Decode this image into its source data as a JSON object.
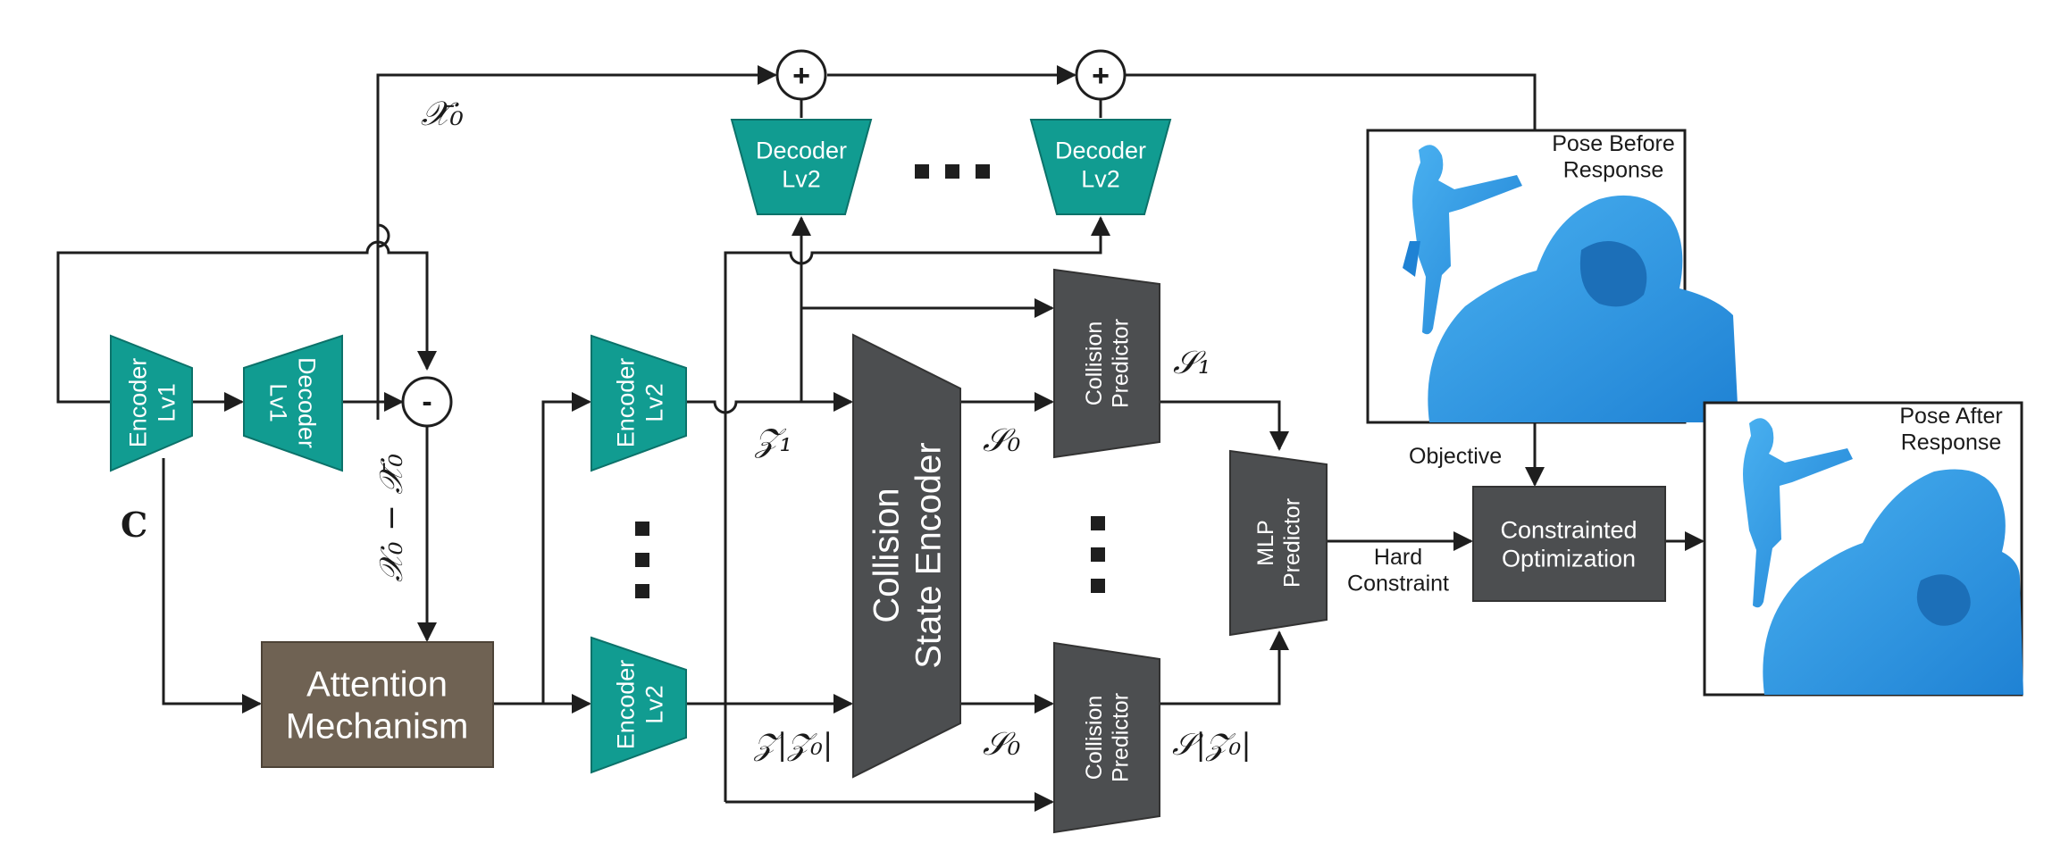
{
  "blocks": {
    "encoder_lv1": "Encoder\nLv1",
    "decoder_lv1": "Decoder\nLv1",
    "encoder_lv2_top": "Encoder\nLv2",
    "encoder_lv2_bottom": "Encoder\nLv2",
    "decoder_lv2_a": "Decoder\nLv2",
    "decoder_lv2_b": "Decoder\nLv2",
    "attention": "Attention\nMechanism",
    "collision_state_encoder": "Collision\nState Encoder",
    "collision_predictor_top": "Collision\nPredictor",
    "collision_predictor_bottom": "Collision\nPredictor",
    "mlp_predictor": "MLP\nPredictor",
    "constrained_opt": "Constrainted\nOptimization"
  },
  "operators": {
    "plus": "+",
    "minus": "-"
  },
  "symbols": {
    "x0_bar": "𝒳̄₀",
    "c": "C",
    "x0_minus_x0bar": "𝒳₀ − 𝒳̄₀",
    "z1": "𝒵₁",
    "z_last": "𝒵|𝒵₀|",
    "s0_top": "𝒮₀",
    "s0_bottom": "𝒮₀",
    "s1": "𝒮₁",
    "s_last": "𝒮|𝒵₀|"
  },
  "edge_labels": {
    "objective": "Objective",
    "hard_constraint": "Hard\nConstraint"
  },
  "images": {
    "before": "Pose Before\nResponse",
    "after": "Pose After\nResponse"
  },
  "colors": {
    "teal": "#119c91",
    "dark_gray": "#4c4e50",
    "brown": "#6f6253",
    "human_blue": "#2f9ee6",
    "human_shadow": "#1c6fb8"
  }
}
